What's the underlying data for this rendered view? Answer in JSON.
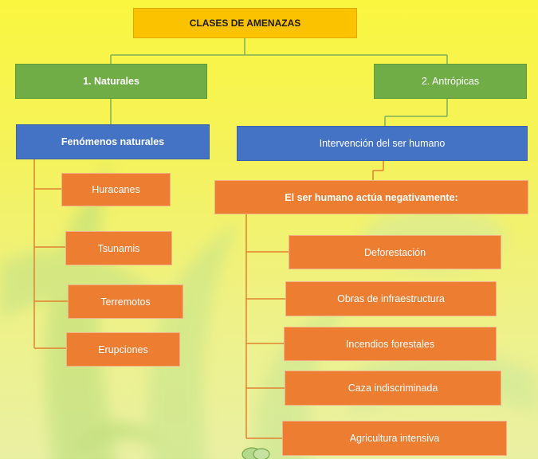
{
  "title": "CLASES DE  AMENAZAS",
  "branches": {
    "natural": {
      "label": "1. Naturales",
      "category_prefix": "Fe",
      "category_rest": "nómenos  naturales",
      "items": [
        "Huracanes",
        "Tsunamis",
        "Terremotos",
        "Erupciones"
      ]
    },
    "anthropic": {
      "label": "2. Antrópicas",
      "category": "Intervención del  ser humano",
      "subcategory": "El ser humano actúa negativamente:",
      "items": [
        "Deforestación",
        "Obras de infraestructura",
        "Incendios forestales",
        "Caza  indiscriminada",
        "Agricultura intensiva"
      ]
    }
  },
  "colors": {
    "title_fill": "#fbc200",
    "branch_fill": "#70ad47",
    "category_fill": "#4472c4",
    "item_fill": "#ed7d31",
    "connector_green": "#7fae5a",
    "connector_orange": "#e0822f"
  }
}
